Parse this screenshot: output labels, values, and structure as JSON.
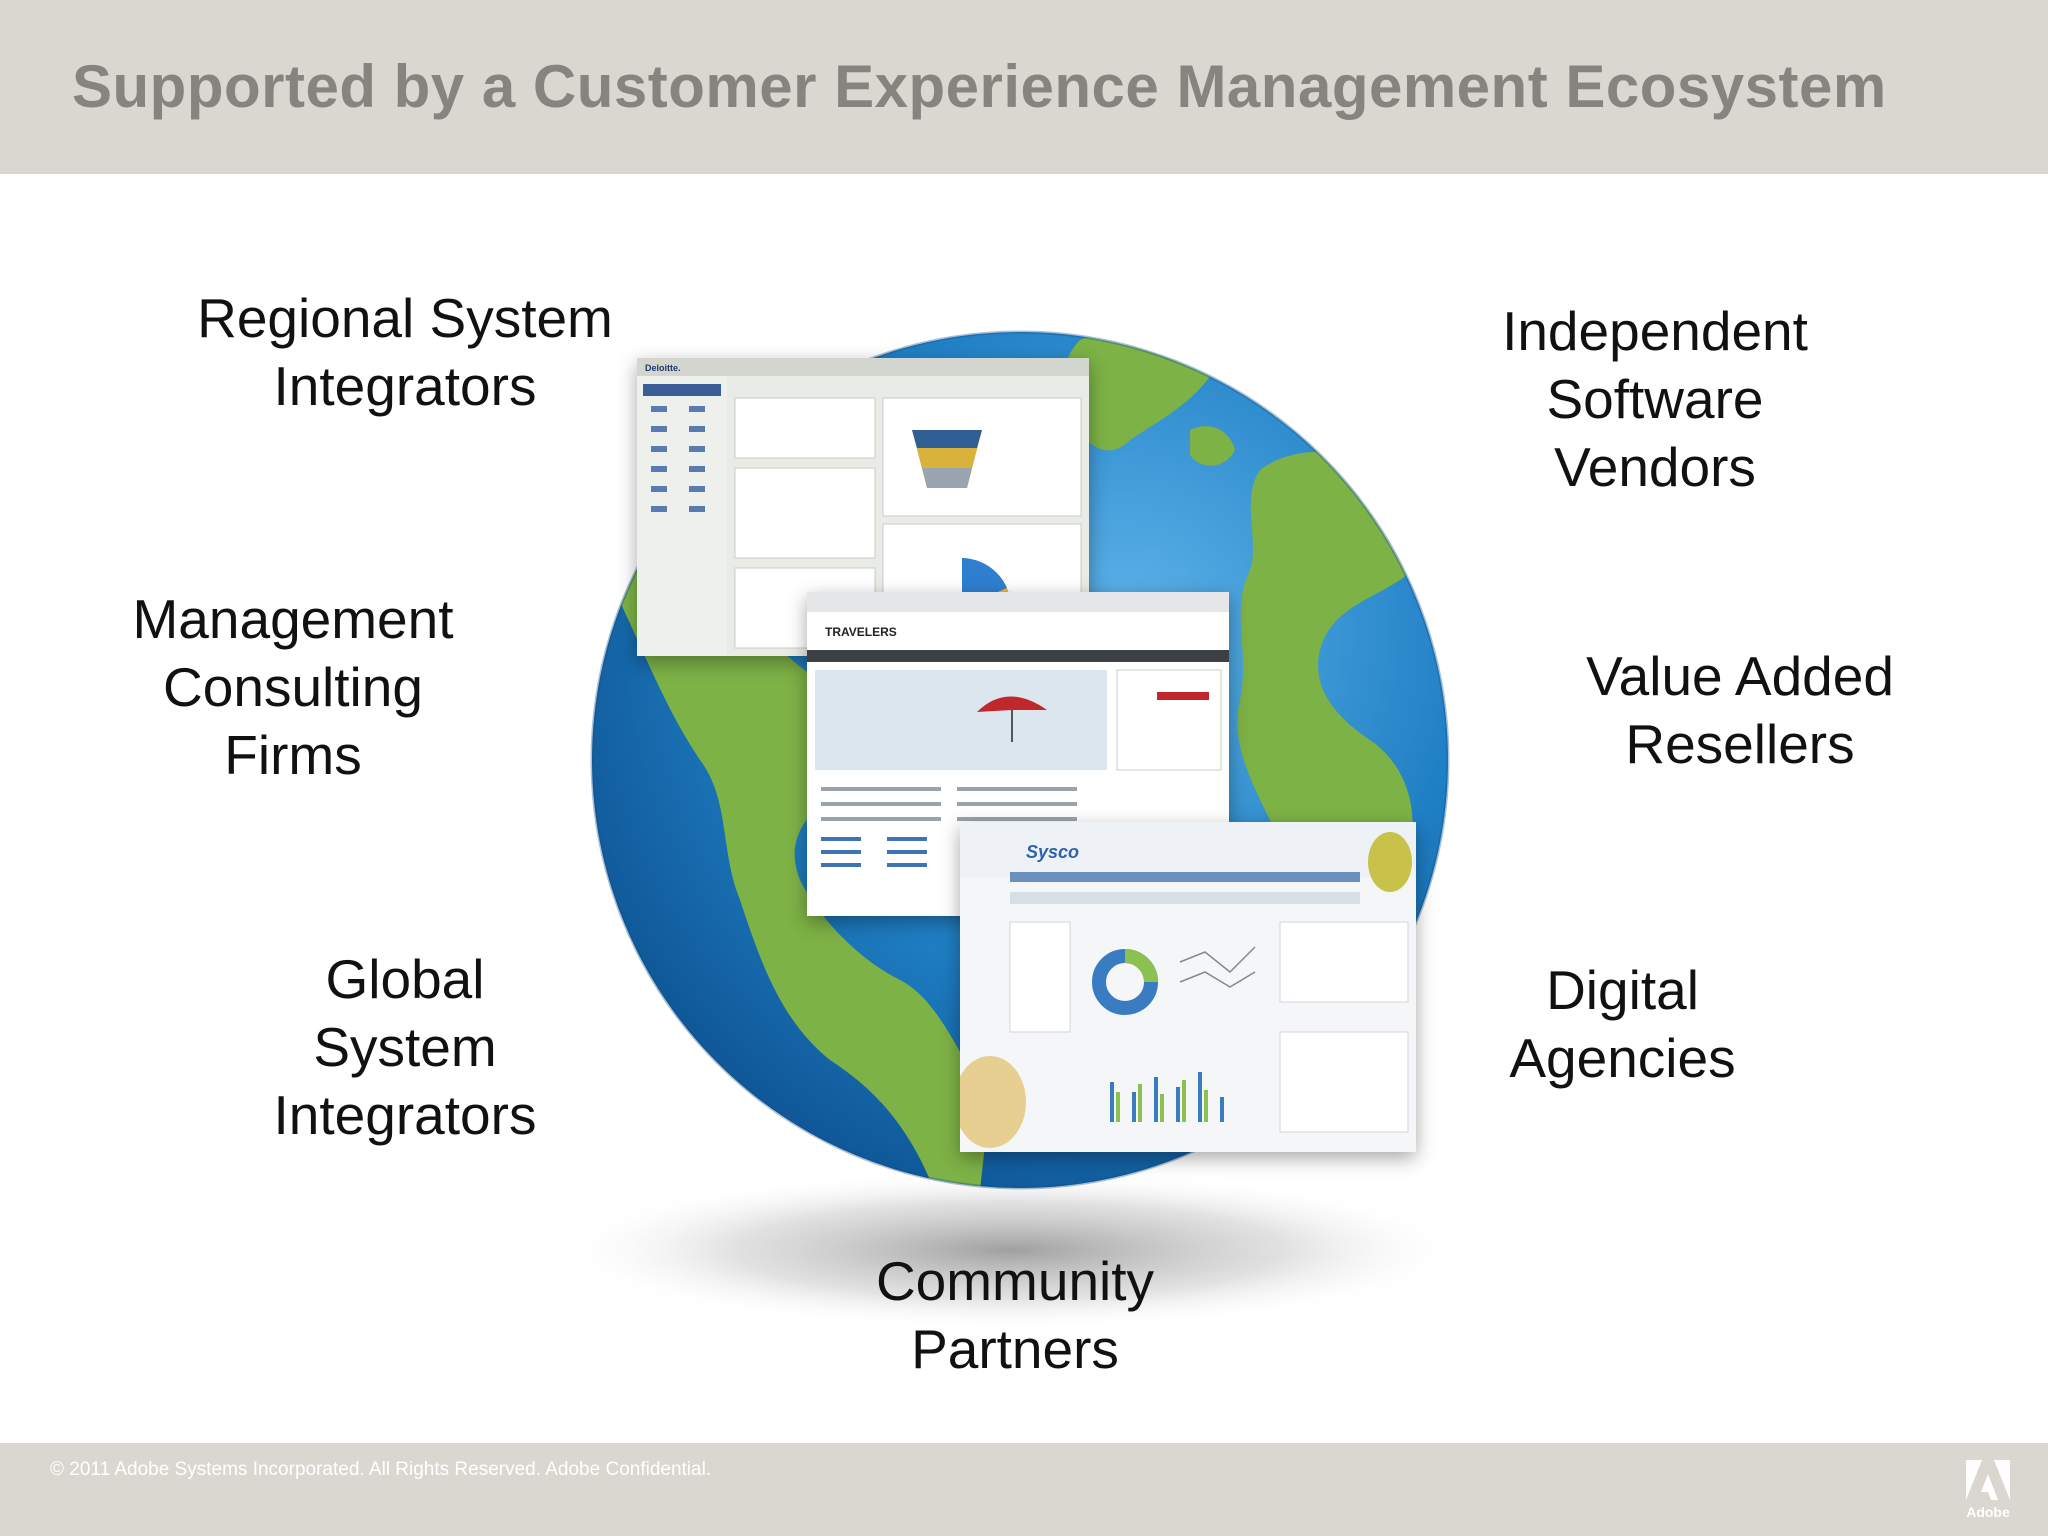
{
  "header": {
    "title": "Supported by a Customer Experience Management Ecosystem"
  },
  "partners": {
    "regional_si": [
      "Regional System",
      "Integrators"
    ],
    "management_consulting": [
      "Management",
      "Consulting",
      "Firms"
    ],
    "global_si": [
      "Global",
      "System",
      "Integrators"
    ],
    "isv": [
      "Independent",
      "Software",
      "Vendors"
    ],
    "var": [
      "Value Added",
      "Resellers"
    ],
    "digital_agencies": [
      "Digital",
      "Agencies"
    ],
    "community": [
      "Community",
      "Partners"
    ]
  },
  "screenshots": {
    "deloitte": {
      "brand": "Deloitte"
    },
    "travelers": {
      "brand": "TRAVELERS"
    },
    "sysco": {
      "brand": "Sysco"
    }
  },
  "footer": {
    "copyright": "© 2011 Adobe Systems Incorporated.  All Rights Reserved.  Adobe Confidential.",
    "logo_text": "Adobe"
  },
  "colors": {
    "header_bg": "#d9d7d0",
    "title": "#85847f",
    "ocean": "#2a86c8",
    "land": "#7fb34a"
  }
}
